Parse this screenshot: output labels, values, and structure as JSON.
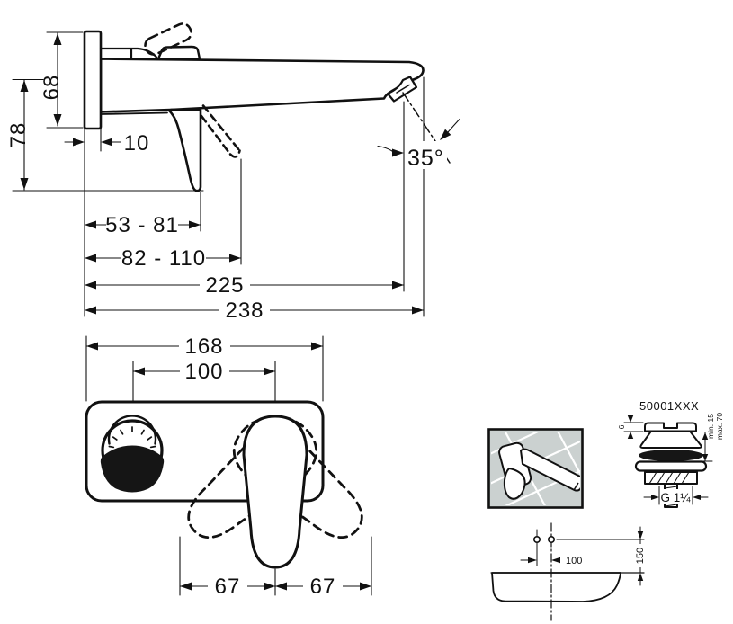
{
  "side_view": {
    "labels": {
      "plate_height": "68",
      "overall_height": "78",
      "plate_depth": "10",
      "handle_closed_range": "53 - 81",
      "handle_open_range": "82 - 110",
      "spout_reach": "225",
      "overall_depth": "238",
      "spray_angle": "35°"
    }
  },
  "front_view": {
    "labels": {
      "plate_width": "168",
      "center_distance": "100",
      "handle_swing_left": "67",
      "handle_swing_right": "67"
    }
  },
  "drain_detail": {
    "part_number": "50001XXX",
    "cap_height": "6",
    "min_depth": "min. 15",
    "max_depth": "max. 70",
    "thread_size": "G 1¼"
  },
  "basin_detail": {
    "hole_spacing": "100",
    "height_above_rim": "150"
  },
  "colors": {
    "line": "#111111",
    "tile_fill": "#cbd1d0"
  }
}
